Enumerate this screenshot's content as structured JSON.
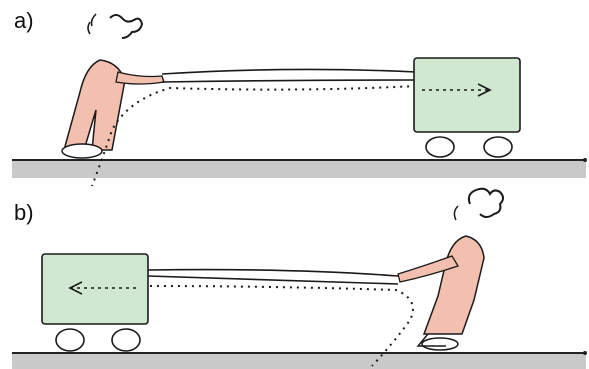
{
  "panels": [
    {
      "id": "a",
      "label": "a)"
    },
    {
      "id": "b",
      "label": "b)"
    }
  ],
  "colors": {
    "ground": "#c9c9c9",
    "ground_line": "#222222",
    "cart_fill": "#cfe8cf",
    "person_fill": "#f3bfae",
    "ink": "#1a1a1a"
  }
}
